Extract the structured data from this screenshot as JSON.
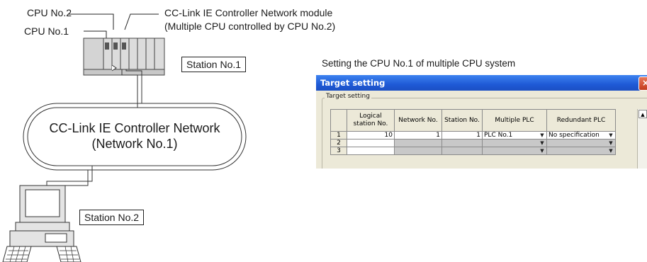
{
  "labels": {
    "cpu2": "CPU No.2",
    "cpu1": "CPU No.1",
    "module_line1": "CC-Link IE Controller Network module",
    "module_line2": "(Multiple CPU controlled by CPU No.2)",
    "station1": "Station No.1",
    "network_line1": "CC-Link IE Controller Network",
    "network_line2": "(Network No.1)",
    "station2": "Station No.2",
    "setting_caption": "Setting the CPU No.1 of multiple CPU system"
  },
  "dialog": {
    "title": "Target setting",
    "close_glyph": "×",
    "group_title": "Target setting",
    "columns": [
      "Logical station No.",
      "Network No.",
      "Station No.",
      "Multiple PLC",
      "Redundant PLC"
    ],
    "rows": [
      {
        "row": "1",
        "logical": "10",
        "network": "1",
        "station": "1",
        "multiple_plc": "PLC No.1",
        "redundant_plc": "No specification"
      },
      {
        "row": "2",
        "logical": "",
        "network": "",
        "station": "",
        "multiple_plc": "",
        "redundant_plc": ""
      },
      {
        "row": "3",
        "logical": "",
        "network": "",
        "station": "",
        "multiple_plc": "",
        "redundant_plc": ""
      }
    ],
    "dropdown_glyph": "▼",
    "scroll_up_glyph": "▲"
  }
}
